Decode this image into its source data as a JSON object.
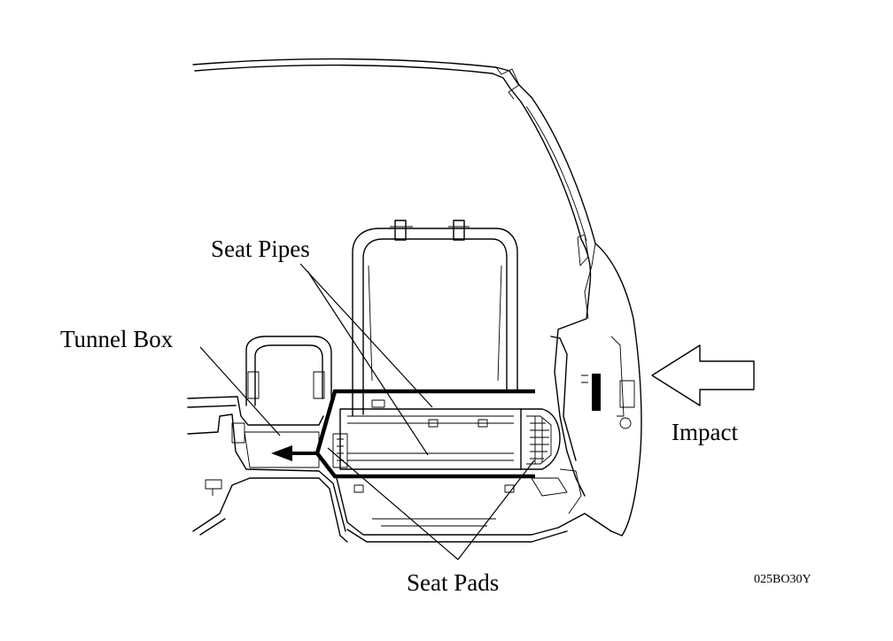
{
  "labels": {
    "seat_pipes": "Seat Pipes",
    "tunnel_box": "Tunnel Box",
    "impact": "Impact",
    "seat_pads": "Seat Pads",
    "figure_code": "025BO30Y"
  }
}
